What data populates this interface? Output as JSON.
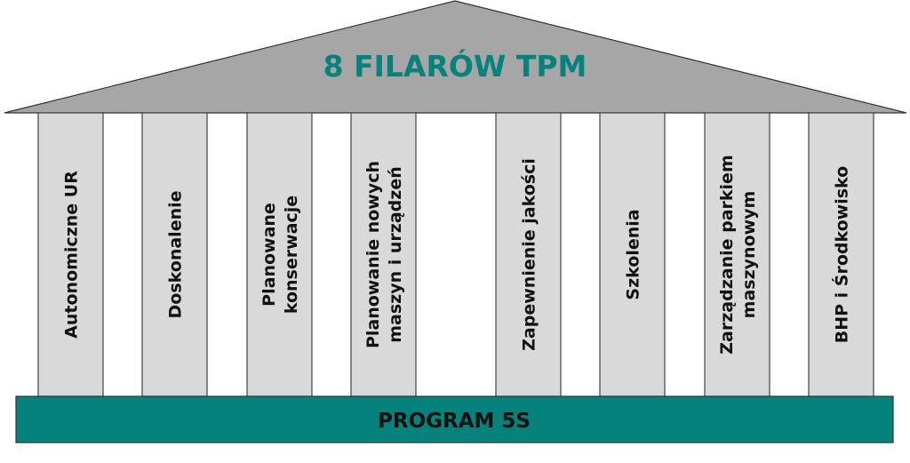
{
  "roof": {
    "title": "8 FILARÓW TPM"
  },
  "pillars": [
    {
      "lines": [
        "Autonomiczne UR"
      ]
    },
    {
      "lines": [
        "Doskonalenie"
      ]
    },
    {
      "lines": [
        "Planowane",
        "konserwacje"
      ]
    },
    {
      "lines": [
        "Planowanie nowych",
        "maszyn i urządzeń"
      ]
    },
    {
      "lines": [
        "Zapewnienie jakości"
      ]
    },
    {
      "lines": [
        "Szkolenia"
      ]
    },
    {
      "lines": [
        "Zarządzanie parkiem",
        "maszynowym"
      ]
    },
    {
      "lines": [
        "BHP i Środkowisko"
      ]
    }
  ],
  "foundation": {
    "label": "PROGRAM 5S"
  },
  "colors": {
    "roof": "#a6a6a6",
    "pillar": "#d9d9d9",
    "teal": "#06827c",
    "title": "#06827c"
  }
}
